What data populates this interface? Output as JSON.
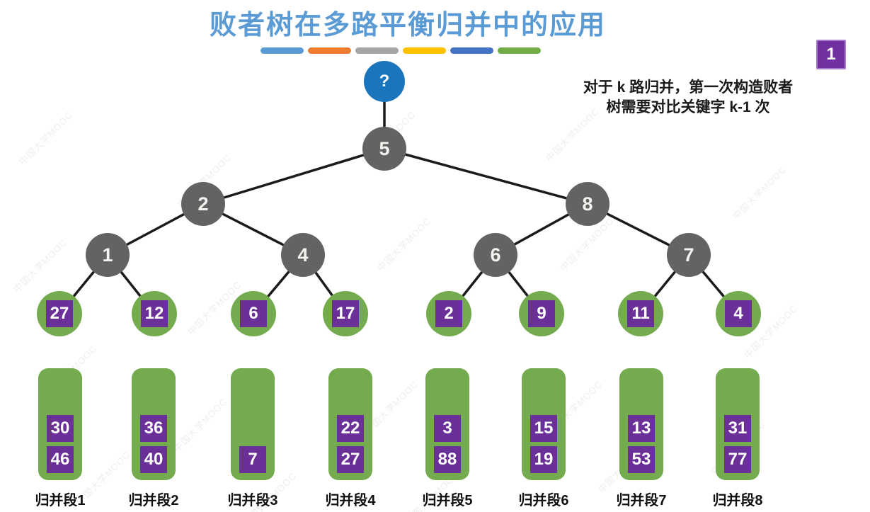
{
  "title": "败者树在多路平衡归并中的应用",
  "badge": "1",
  "note_line1": "对于 k 路归并，第一次构造败者",
  "note_line2": "树需要对比关键字 k-1 次",
  "watermark": "中国大学MOOC",
  "colors": {
    "title": "#5B9BD5",
    "root_node": "#1B75BC",
    "internal_node": "#636363",
    "leaf_green": "#74AB4E",
    "value_purple": "#6B3097",
    "badge_purple": "#7030A0",
    "edge": "#1B1B1B",
    "dashes": [
      "#5B9BD5",
      "#ED7D31",
      "#A5A5A5",
      "#FFC000",
      "#4472C4",
      "#70AD47"
    ]
  },
  "tree": {
    "root": "?",
    "internal": [
      "5",
      "2",
      "8",
      "1",
      "4",
      "6",
      "7"
    ],
    "leaves": [
      "27",
      "12",
      "6",
      "17",
      "2",
      "9",
      "11",
      "4"
    ]
  },
  "segments": [
    {
      "label": "归并段1",
      "values": [
        "30",
        "46"
      ]
    },
    {
      "label": "归并段2",
      "values": [
        "36",
        "40"
      ]
    },
    {
      "label": "归并段3",
      "values": [
        "7"
      ]
    },
    {
      "label": "归并段4",
      "values": [
        "22",
        "27"
      ]
    },
    {
      "label": "归并段5",
      "values": [
        "3",
        "88"
      ]
    },
    {
      "label": "归并段6",
      "values": [
        "15",
        "19"
      ]
    },
    {
      "label": "归并段7",
      "values": [
        "13",
        "53"
      ]
    },
    {
      "label": "归并段8",
      "values": [
        "31",
        "77"
      ]
    }
  ]
}
